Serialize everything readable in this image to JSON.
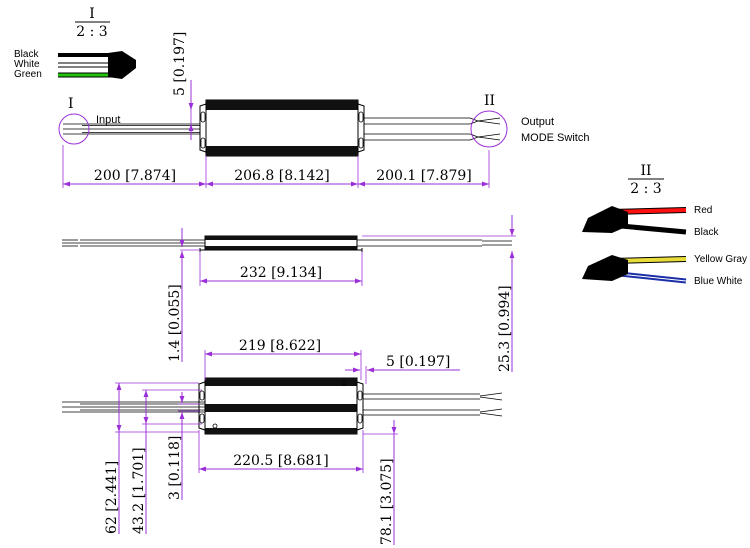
{
  "detail_i": {
    "roman": "I",
    "scale": "2 : 3",
    "wires": [
      "Black",
      "White",
      "Green"
    ]
  },
  "detail_ii": {
    "roman": "II",
    "scale": "2 : 3",
    "wires": [
      "Red",
      "Black",
      "Yellow Gray",
      "Blue White"
    ]
  },
  "callout_i": "I",
  "callout_ii": "II",
  "input_label": "Input",
  "output_label": "Output",
  "mode_switch_label": "MODE Switch",
  "dimensions": {
    "height_top": "5 [0.197]",
    "input_length": "200 [7.874]",
    "body_length": "206.8 [8.142]",
    "output_length": "200.1 [7.879]",
    "overall_body": "232 [9.134]",
    "flange_thickness": "1.4 [0.055]",
    "total_height": "25.3 [0.994]",
    "mount_spacing": "219 [8.622]",
    "slot_offset": "5 [0.197]",
    "total_width": "62 [2.441]",
    "body_width": "43.2 [1.701]",
    "slot_size": "3 [0.118]",
    "length_bottom": "220.5 [8.681]",
    "output_offset": "78.1 [3.075]"
  },
  "colors": {
    "dimension": "#9b30d9",
    "wire_red": "#ff1010",
    "wire_green": "#22c40e",
    "wire_yellow": "#e8dc38",
    "wire_blue": "#1c2fa8",
    "body": "#111111"
  }
}
